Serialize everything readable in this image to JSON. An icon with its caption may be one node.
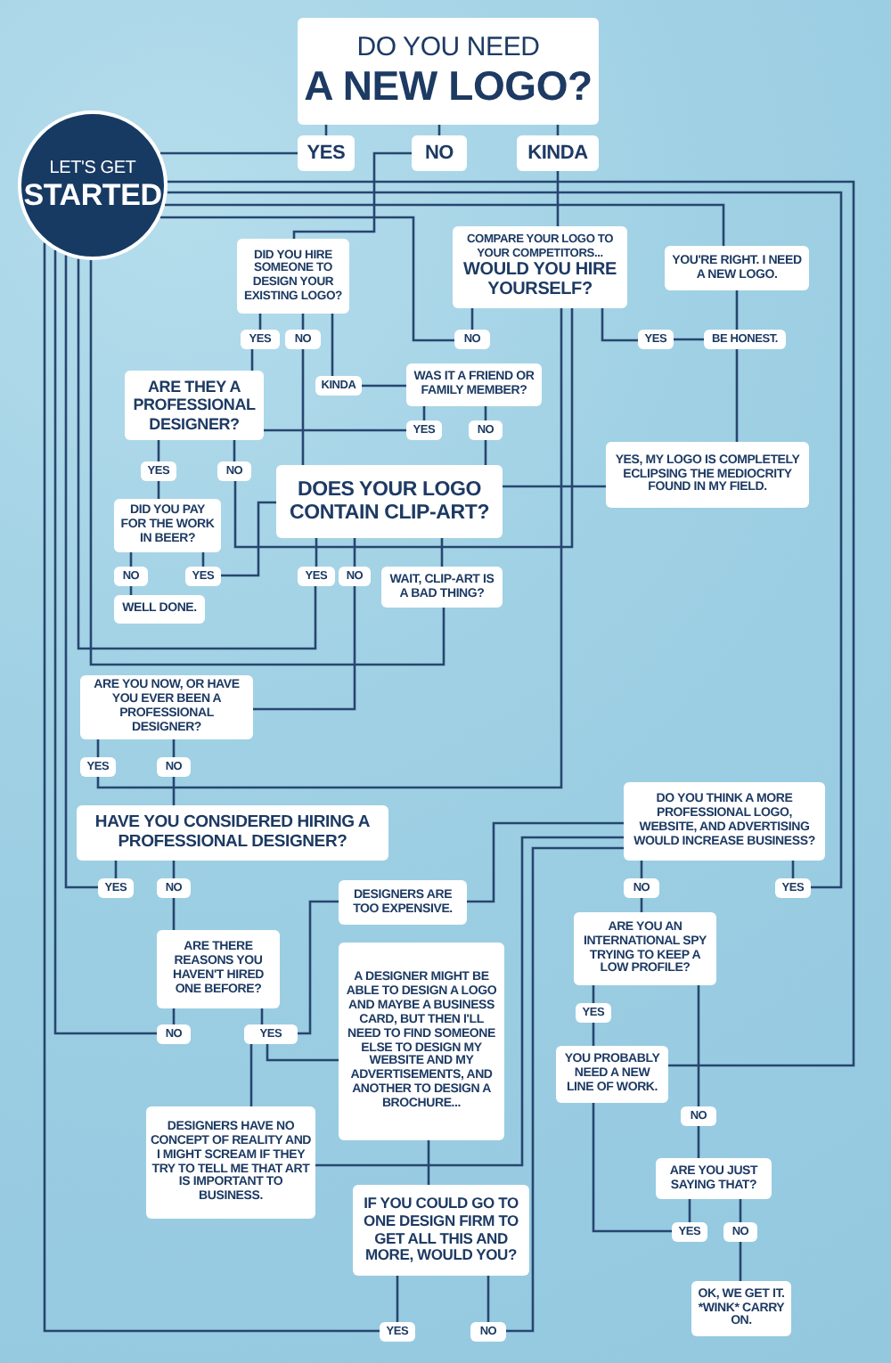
{
  "diagram": {
    "nodes": [
      {
        "text": [
          "DO YOU NEED",
          "A NEW LOGO?"
        ]
      },
      {
        "text": [
          "LET'S GET",
          "STARTED"
        ]
      },
      {
        "text": [
          "YES"
        ]
      },
      {
        "text": [
          "NO"
        ]
      },
      {
        "text": [
          "KINDA"
        ]
      },
      {
        "text": [
          "DID YOU HIRE SOMEONE TO DESIGN YOUR EXISTING LOGO?"
        ]
      },
      {
        "text": [
          "COMPARE YOUR LOGO TO YOUR COMPETITORS...",
          "WOULD YOU HIRE YOURSELF?"
        ]
      },
      {
        "text": [
          "YOU'RE RIGHT. I NEED A NEW LOGO."
        ]
      },
      {
        "text": [
          "YES"
        ]
      },
      {
        "text": [
          "NO"
        ]
      },
      {
        "text": [
          "NO"
        ]
      },
      {
        "text": [
          "YES"
        ]
      },
      {
        "text": [
          "BE HONEST."
        ]
      },
      {
        "text": [
          "KINDA"
        ]
      },
      {
        "text": [
          "WAS IT A FRIEND OR FAMILY MEMBER?"
        ]
      },
      {
        "text": [
          "ARE THEY A PROFESSIONAL DESIGNER?"
        ]
      },
      {
        "text": [
          "YES"
        ]
      },
      {
        "text": [
          "NO"
        ]
      },
      {
        "text": [
          "YES, MY LOGO IS **COMPLETELY ECLIPSING** THE MEDIOCRITY FOUND IN MY FIELD."
        ]
      },
      {
        "text": [
          "YES"
        ]
      },
      {
        "text": [
          "NO"
        ]
      },
      {
        "text": [
          "DOES YOUR LOGO CONTAIN **CLIP-ART**?"
        ]
      },
      {
        "text": [
          "DID YOU PAY FOR THE WORK IN BEER?"
        ]
      },
      {
        "text": [
          "NO"
        ]
      },
      {
        "text": [
          "YES"
        ]
      },
      {
        "text": [
          "YES"
        ]
      },
      {
        "text": [
          "NO"
        ]
      },
      {
        "text": [
          "WAIT, CLIP-ART IS A BAD THING?"
        ]
      },
      {
        "text": [
          "WELL DONE."
        ]
      },
      {
        "text": [
          "ARE YOU NOW, OR HAVE YOU EVER BEEN A PROFESSIONAL DESIGNER?"
        ]
      },
      {
        "text": [
          "YES"
        ]
      },
      {
        "text": [
          "NO"
        ]
      },
      {
        "text": [
          "HAVE YOU CONSIDERED HIRING A **PROFESSIONAL DESIGNER**?"
        ]
      },
      {
        "text": [
          "DO YOU THINK A MORE PROFESSIONAL LOGO, WEBSITE, AND ADVERTISING WOULD **INCREASE BUSINESS**?"
        ]
      },
      {
        "text": [
          "YES"
        ]
      },
      {
        "text": [
          "NO"
        ]
      },
      {
        "text": [
          "DESIGNERS ARE TOO EXPENSIVE."
        ]
      },
      {
        "text": [
          "NO"
        ]
      },
      {
        "text": [
          "YES"
        ]
      },
      {
        "text": [
          "ARE YOU AN **INTERNATIONAL SPY** TRYING TO KEEP A LOW PROFILE?"
        ]
      },
      {
        "text": [
          "ARE THERE REASONS YOU HAVEN'T HIRED ONE BEFORE?"
        ]
      },
      {
        "text": [
          "A DESIGNER MIGHT BE ABLE TO DESIGN A LOGO AND MAYBE A BUSINESS CARD, BUT THEN I'LL NEED TO FIND SOMEONE ELSE TO DESIGN MY WEBSITE AND MY ADVERTISEMENTS, AND ANOTHER TO DESIGN A BROCHURE..."
        ]
      },
      {
        "text": [
          "YES"
        ]
      },
      {
        "text": [
          "NO"
        ]
      },
      {
        "text": [
          "YES"
        ]
      },
      {
        "text": [
          "YOU PROBABLY NEED A NEW LINE OF WORK."
        ]
      },
      {
        "text": [
          "DESIGNERS HAVE NO CONCEPT OF REALITY AND I MIGHT **SCREAM** IF THEY TRY TO TELL ME THAT ART IS IMPORTANT TO BUSINESS."
        ]
      },
      {
        "text": [
          "NO"
        ]
      },
      {
        "text": [
          "ARE YOU JUST SAYING THAT?"
        ]
      },
      {
        "text": [
          "IF YOU COULD GO TO **ONE DESIGN FIRM** TO GET ALL THIS AND MORE, WOULD YOU?"
        ]
      },
      {
        "text": [
          "YES"
        ]
      },
      {
        "text": [
          "NO"
        ]
      },
      {
        "text": [
          "OK, WE GET IT. *WINK* CARRY ON."
        ]
      },
      {
        "text": [
          "YES"
        ]
      },
      {
        "text": [
          "NO"
        ]
      }
    ],
    "edges": [
      {
        "from": 0,
        "to": 2,
        "arrow": "none"
      },
      {
        "from": 0,
        "to": 3,
        "arrow": "none"
      },
      {
        "from": 0,
        "to": 4,
        "arrow": "none"
      },
      {
        "from": 1,
        "to": 2,
        "arrow": "none"
      },
      {
        "from": 3,
        "to": 5,
        "arrow": "none"
      },
      {
        "from": 4,
        "to": 6,
        "arrow": "none"
      },
      {
        "from": 5,
        "to": 8,
        "arrow": "none"
      },
      {
        "from": 5,
        "to": 9,
        "arrow": "none"
      },
      {
        "from": 5,
        "to": 13,
        "arrow": "none"
      },
      {
        "from": 6,
        "to": 10,
        "arrow": "none"
      },
      {
        "from": 6,
        "to": 11,
        "arrow": "none"
      },
      {
        "from": 11,
        "to": 12,
        "arrow": "none"
      },
      {
        "from": 1,
        "to": 7,
        "arrow": "none"
      },
      {
        "from": 1,
        "to": 10,
        "arrow": "none"
      },
      {
        "from": 7,
        "to": 18,
        "arrow": "none"
      },
      {
        "from": 8,
        "to": 15,
        "arrow": "none"
      },
      {
        "from": 9,
        "to": 21,
        "arrow": "none"
      },
      {
        "from": 13,
        "to": 14,
        "arrow": "none"
      },
      {
        "from": 14,
        "to": 16,
        "arrow": "none"
      },
      {
        "from": 14,
        "to": 17,
        "arrow": "none"
      },
      {
        "from": 16,
        "to": 15,
        "arrow": "none"
      },
      {
        "from": 17,
        "to": 21,
        "arrow": "none"
      },
      {
        "from": 15,
        "to": 19,
        "arrow": "none"
      },
      {
        "from": 15,
        "to": 20,
        "arrow": "none"
      },
      {
        "from": 19,
        "to": 22,
        "arrow": "none"
      },
      {
        "from": 20,
        "to": 6,
        "arrow": "none"
      },
      {
        "from": 22,
        "to": 23,
        "arrow": "none"
      },
      {
        "from": 22,
        "to": 24,
        "arrow": "none"
      },
      {
        "from": 23,
        "to": 28,
        "arrow": "none"
      },
      {
        "from": 24,
        "to": 21,
        "arrow": "none"
      },
      {
        "from": 21,
        "to": 25,
        "arrow": "none"
      },
      {
        "from": 21,
        "to": 26,
        "arrow": "none"
      },
      {
        "from": 21,
        "to": 27,
        "arrow": "none"
      },
      {
        "from": 18,
        "to": 21,
        "arrow": "none"
      },
      {
        "from": 1,
        "to": 25,
        "arrow": "none"
      },
      {
        "from": 1,
        "to": 27,
        "arrow": "none"
      },
      {
        "from": 26,
        "to": 29,
        "arrow": "none"
      },
      {
        "from": 29,
        "to": 30,
        "arrow": "none"
      },
      {
        "from": 29,
        "to": 31,
        "arrow": "none"
      },
      {
        "from": 30,
        "to": 6,
        "arrow": "none"
      },
      {
        "from": 31,
        "to": 32,
        "arrow": "none"
      },
      {
        "from": 32,
        "to": 34,
        "arrow": "none"
      },
      {
        "from": 32,
        "to": 35,
        "arrow": "none"
      },
      {
        "from": 1,
        "to": 34,
        "arrow": "none"
      },
      {
        "from": 35,
        "to": 40,
        "arrow": "none"
      },
      {
        "from": 40,
        "to": 43,
        "arrow": "none"
      },
      {
        "from": 40,
        "to": 44,
        "arrow": "none"
      },
      {
        "from": 1,
        "to": 43,
        "arrow": "none"
      },
      {
        "from": 44,
        "to": 36,
        "arrow": "none"
      },
      {
        "from": 44,
        "to": 41,
        "arrow": "none"
      },
      {
        "from": 44,
        "to": 46,
        "arrow": "none"
      },
      {
        "from": 36,
        "to": 33,
        "arrow": "none"
      },
      {
        "from": 46,
        "to": 33,
        "arrow": "none"
      },
      {
        "from": 41,
        "to": 49,
        "arrow": "none"
      },
      {
        "from": 49,
        "to": 53,
        "arrow": "none"
      },
      {
        "from": 49,
        "to": 54,
        "arrow": "none"
      },
      {
        "from": 1,
        "to": 53,
        "arrow": "none"
      },
      {
        "from": 54,
        "to": 33,
        "arrow": "none"
      },
      {
        "from": 33,
        "to": 37,
        "arrow": "none"
      },
      {
        "from": 33,
        "to": 38,
        "arrow": "none"
      },
      {
        "from": 1,
        "to": 38,
        "arrow": "none"
      },
      {
        "from": 37,
        "to": 39,
        "arrow": "none"
      },
      {
        "from": 39,
        "to": 42,
        "arrow": "none"
      },
      {
        "from": 39,
        "to": 47,
        "arrow": "none"
      },
      {
        "from": 42,
        "to": 45,
        "arrow": "none"
      },
      {
        "from": 1,
        "to": 45,
        "arrow": "none"
      },
      {
        "from": 47,
        "to": 48,
        "arrow": "none"
      },
      {
        "from": 48,
        "to": 50,
        "arrow": "none"
      },
      {
        "from": 48,
        "to": 51,
        "arrow": "none"
      },
      {
        "from": 51,
        "to": 52,
        "arrow": "none"
      },
      {
        "from": 50,
        "to": 45,
        "arrow": "none"
      }
    ]
  }
}
